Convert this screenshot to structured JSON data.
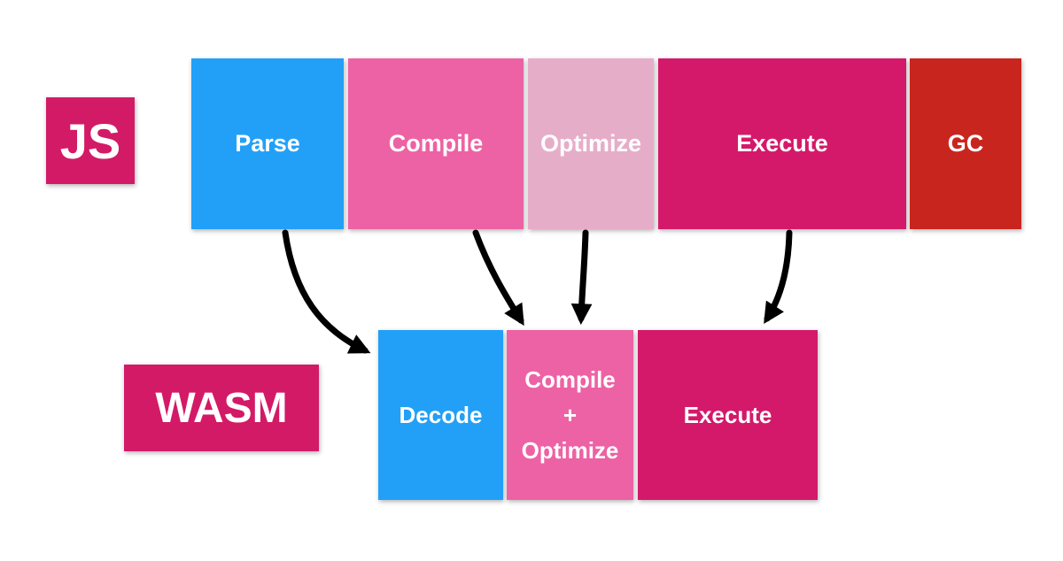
{
  "diagram": {
    "background_color": "#ffffff",
    "arrow_color": "#000000",
    "text_color": "#ffffff",
    "rows": [
      {
        "id": "js",
        "label": "JS",
        "label_color": "#d31a66",
        "stages": [
          {
            "id": "parse",
            "label": "Parse",
            "color": "#22a0f7"
          },
          {
            "id": "compile",
            "label": "Compile",
            "color": "#ed62a4"
          },
          {
            "id": "optimize",
            "label": "Optimize",
            "color": "#e6adc9"
          },
          {
            "id": "execute",
            "label": "Execute",
            "color": "#d4196b"
          },
          {
            "id": "gc",
            "label": "GC",
            "color": "#c9251f"
          }
        ]
      },
      {
        "id": "wasm",
        "label": "WASM",
        "label_color": "#d31a66",
        "stages": [
          {
            "id": "decode",
            "label": "Decode",
            "color": "#22a0f7"
          },
          {
            "id": "compile-optimize",
            "label": "Compile + Optimize",
            "lines": [
              "Compile",
              "+",
              "Optimize"
            ],
            "color": "#ed62a4"
          },
          {
            "id": "execute",
            "label": "Execute",
            "color": "#d4196b"
          }
        ]
      }
    ],
    "arrows": [
      {
        "from": "js-parse",
        "to": "wasm-decode"
      },
      {
        "from": "js-compile",
        "to": "wasm-compile-optimize"
      },
      {
        "from": "js-optimize",
        "to": "wasm-compile-optimize"
      },
      {
        "from": "js-execute",
        "to": "wasm-execute"
      }
    ]
  }
}
